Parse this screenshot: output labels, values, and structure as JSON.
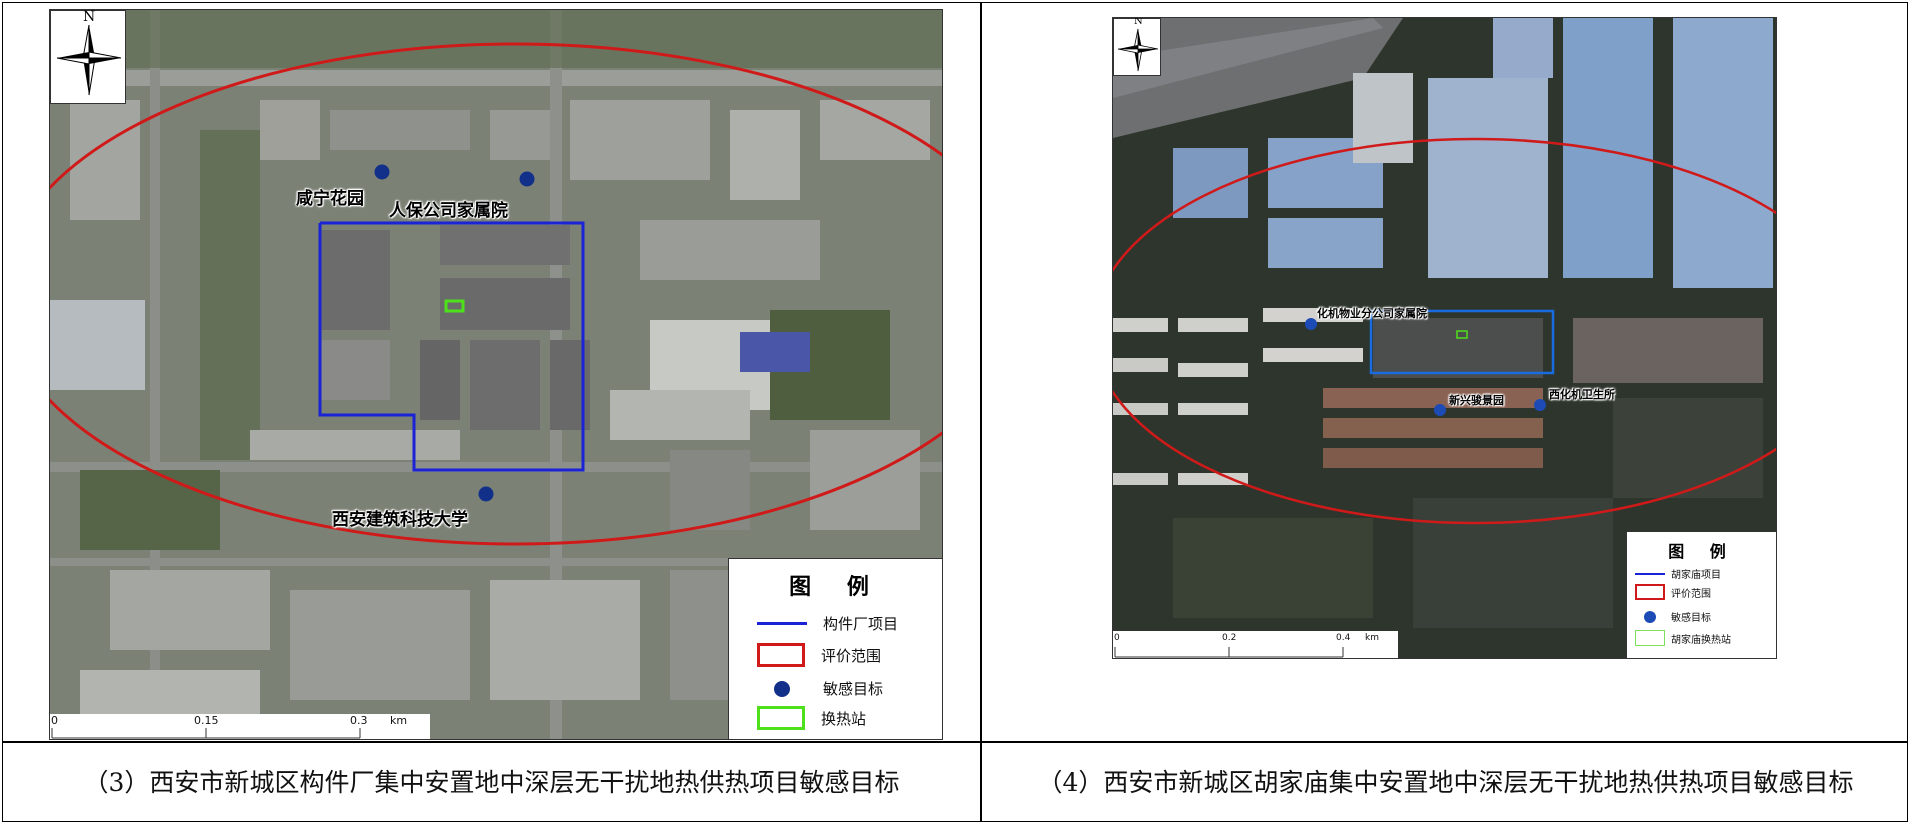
{
  "captions": {
    "left": "（3）西安市新城区构件厂集中安置地中深层无干扰地热供热项目敏感目标",
    "right": "（4）西安市新城区胡家庙集中安置地中深层无干扰地热供热项目敏感目标"
  },
  "map_left": {
    "north_label": "N",
    "labels": {
      "xianning": "咸宁花园",
      "renbao": "人保公司家属院",
      "xijian": "西安建筑科技大学"
    },
    "legend": {
      "title": "图 例",
      "items": [
        "构件厂项目",
        "评价范围",
        "敏感目标",
        "换热站"
      ]
    },
    "scale": {
      "t0": "0",
      "t1": "0.15",
      "t2": "0.3",
      "unit": "km"
    }
  },
  "map_right": {
    "north_label": "N",
    "labels": {
      "huaji": "化机物业分公司家属院",
      "xinxing": "新兴骏景园",
      "xihua": "西化机卫生所"
    },
    "legend": {
      "title": "图 例",
      "items": [
        "胡家庙项目",
        "评价范围",
        "敏感目标",
        "胡家庙换热站"
      ]
    },
    "scale": {
      "t0": "0",
      "t1": "0.2",
      "t2": "0.4",
      "unit": "km"
    }
  },
  "colors": {
    "project_boundary": "#1a23d6",
    "evaluation_range": "#d01a1a",
    "sensitive_target": "#12308a",
    "heat_station": "#4fe01c"
  },
  "icons": [
    "north-arrow-icon",
    "sensitive-target-icon"
  ]
}
